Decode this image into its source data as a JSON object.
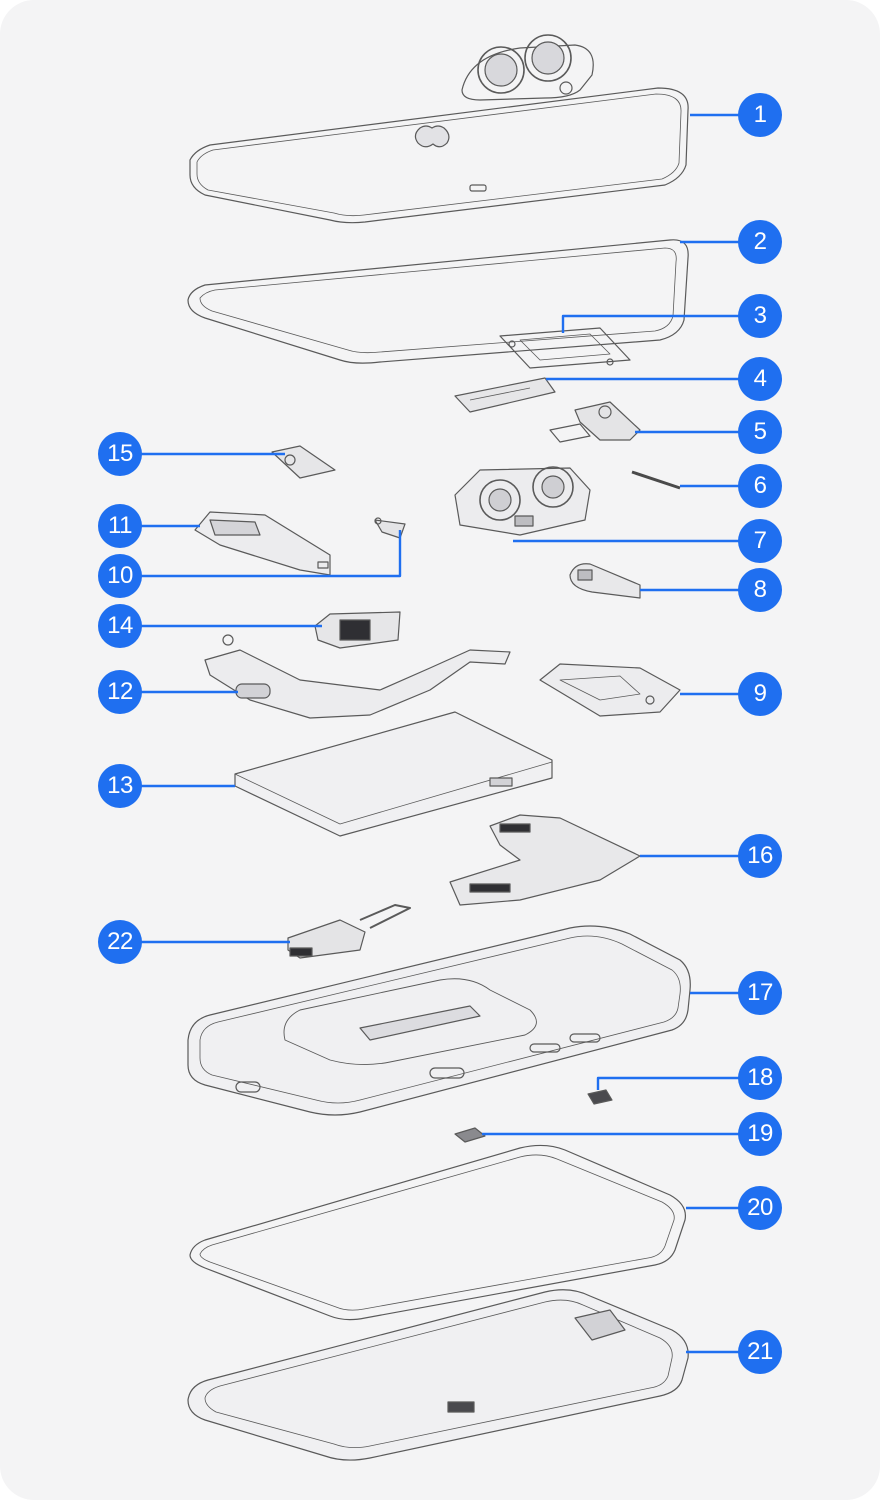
{
  "diagram": {
    "accent_color": "#1f6ff0",
    "line_color": "#5a5a5a",
    "background_color": "#f4f4f5",
    "callouts": [
      {
        "id": "1",
        "label": "1"
      },
      {
        "id": "2",
        "label": "2"
      },
      {
        "id": "3",
        "label": "3"
      },
      {
        "id": "4",
        "label": "4"
      },
      {
        "id": "5",
        "label": "5"
      },
      {
        "id": "6",
        "label": "6"
      },
      {
        "id": "7",
        "label": "7"
      },
      {
        "id": "8",
        "label": "8"
      },
      {
        "id": "9",
        "label": "9"
      },
      {
        "id": "10",
        "label": "10"
      },
      {
        "id": "11",
        "label": "11"
      },
      {
        "id": "12",
        "label": "12"
      },
      {
        "id": "13",
        "label": "13"
      },
      {
        "id": "14",
        "label": "14"
      },
      {
        "id": "15",
        "label": "15"
      },
      {
        "id": "16",
        "label": "16"
      },
      {
        "id": "17",
        "label": "17"
      },
      {
        "id": "18",
        "label": "18"
      },
      {
        "id": "19",
        "label": "19"
      },
      {
        "id": "20",
        "label": "20"
      },
      {
        "id": "21",
        "label": "21"
      },
      {
        "id": "22",
        "label": "22"
      }
    ]
  }
}
